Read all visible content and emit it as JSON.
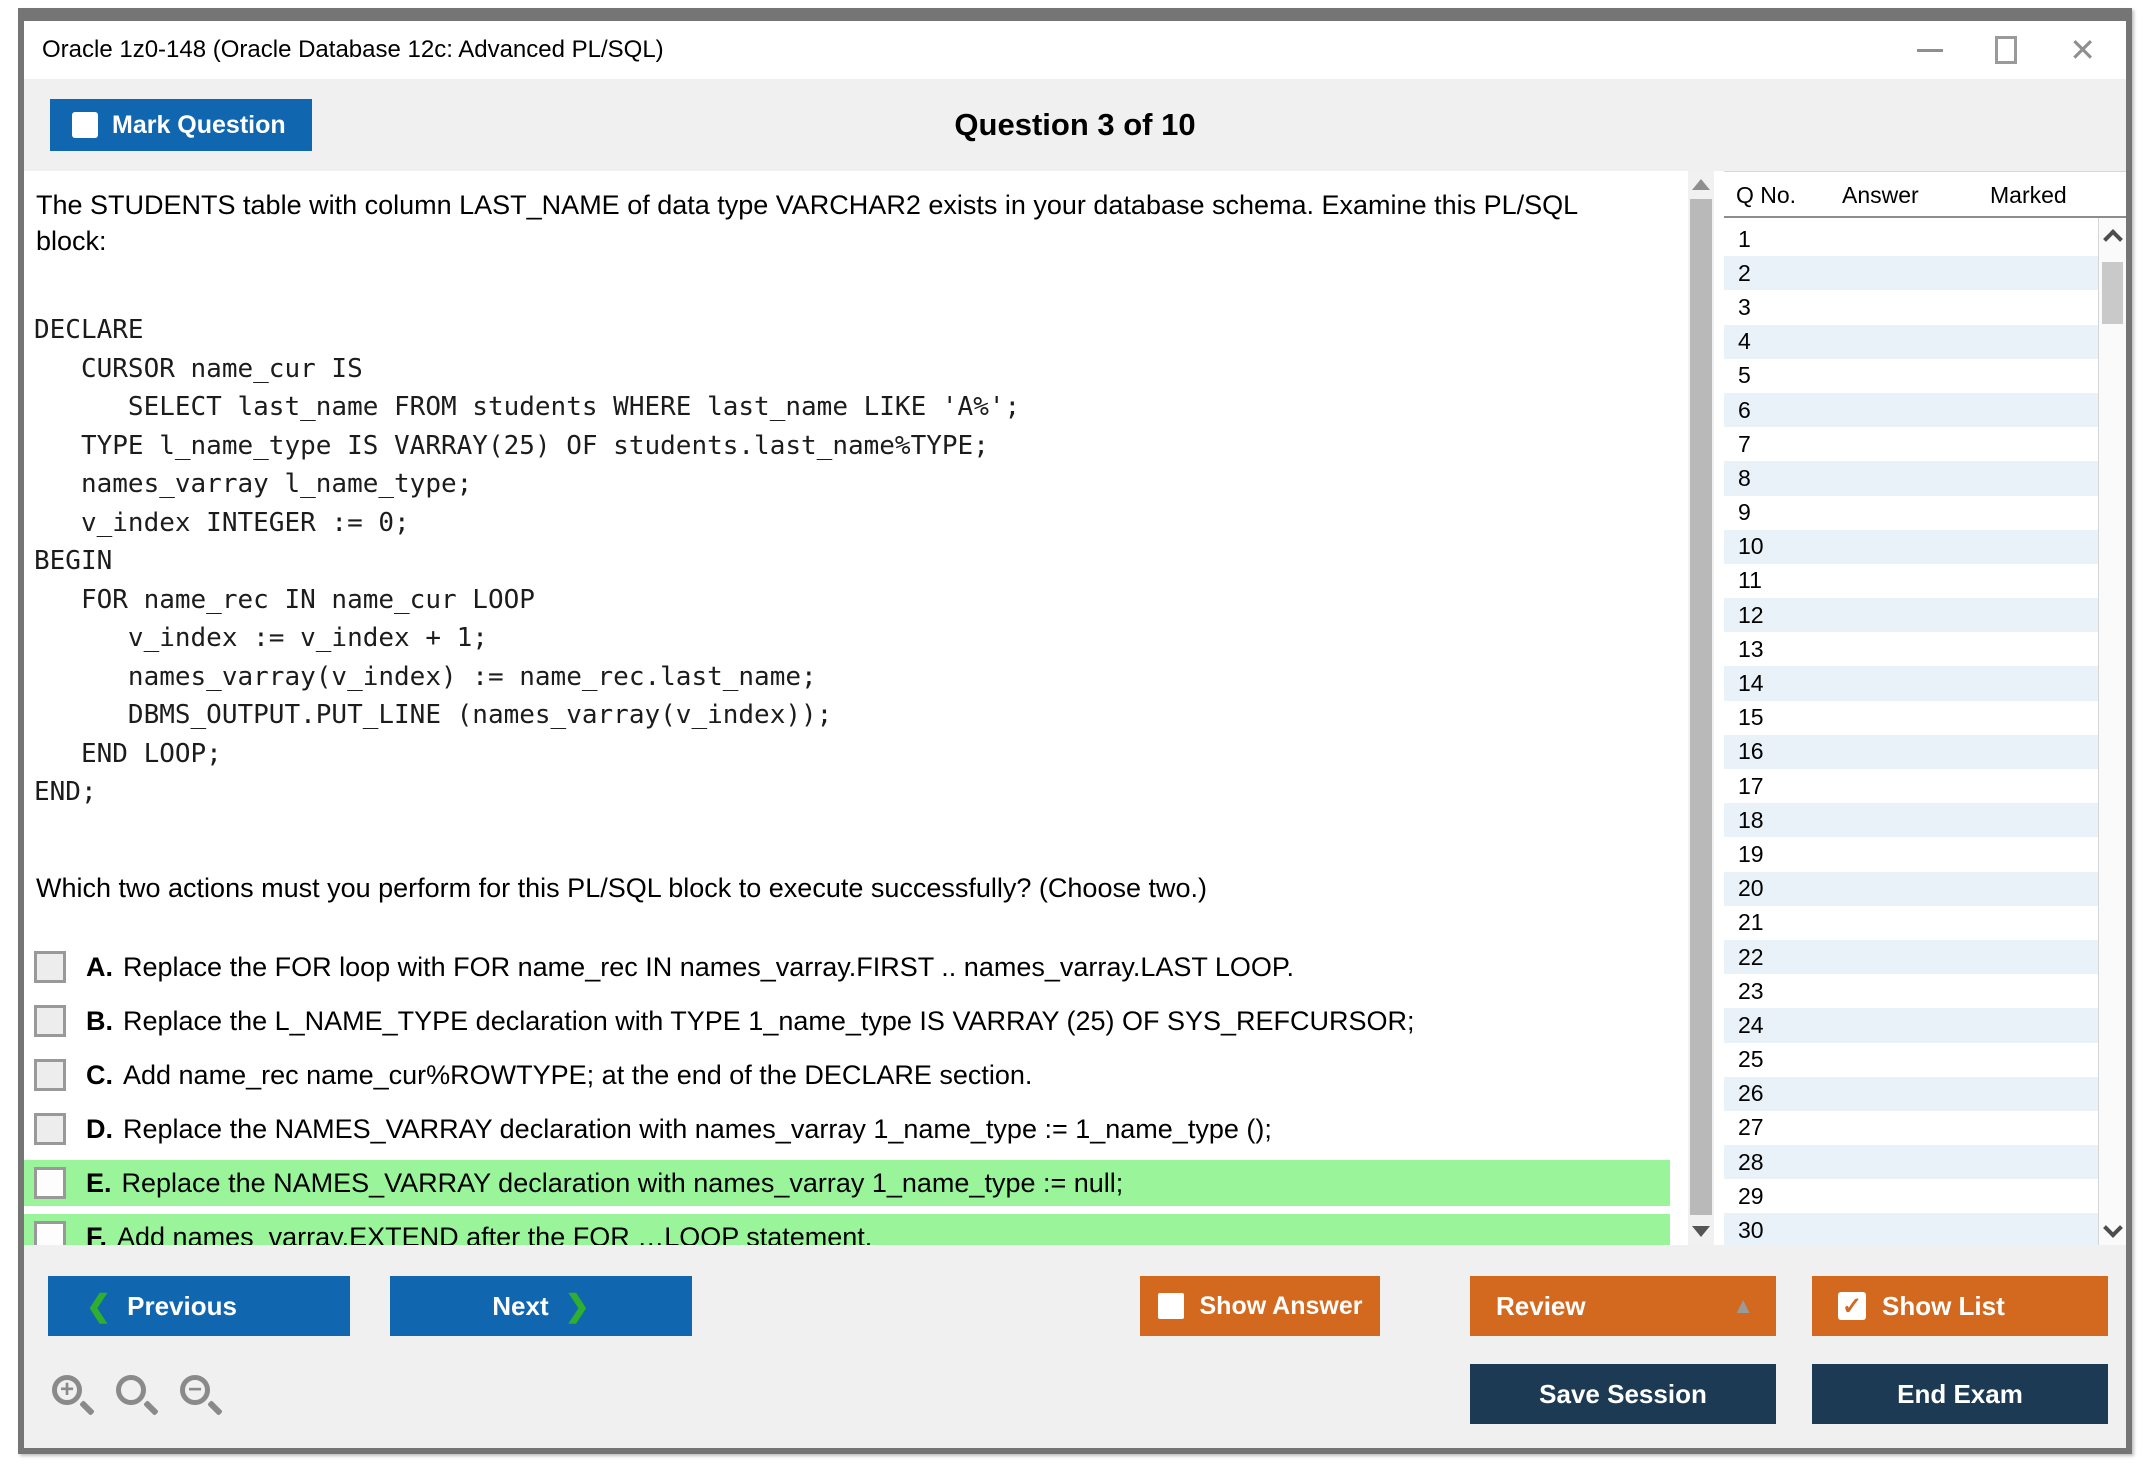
{
  "window": {
    "title": "Oracle 1z0-148 (Oracle Database 12c: Advanced PL/SQL)"
  },
  "icons": {
    "minimize": "minimize-bar",
    "maximize": "maximize-square",
    "close": "✕",
    "prev_chevron": "❮",
    "next_chevron": "❯",
    "review_caret": "▲",
    "checkmark": "✓",
    "zoom_in": "+",
    "zoom_out": "−"
  },
  "colors": {
    "accent_blue": "#1166b0",
    "accent_orange": "#d2691e",
    "navy": "#1d3a55",
    "green_highlight": "#9af49a",
    "green_chevron": "#2fae2f",
    "row_alt_blue": "#e9f1f9",
    "band_gray": "#f0f0f0"
  },
  "header": {
    "mark_question_label": "Mark Question",
    "question_counter": "Question 3 of 10"
  },
  "question": {
    "intro": "The STUDENTS table with column LAST_NAME of data type VARCHAR2 exists in your database schema. Examine this PL/SQL block:",
    "code_lines": [
      "DECLARE",
      "   CURSOR name_cur IS",
      "      SELECT last_name FROM students WHERE last_name LIKE 'A%';",
      "   TYPE l_name_type IS VARRAY(25) OF students.last_name%TYPE;",
      "   names_varray l_name_type;",
      "   v_index INTEGER := 0;",
      "BEGIN",
      "   FOR name_rec IN name_cur LOOP",
      "      v_index := v_index + 1;",
      "      names_varray(v_index) := name_rec.last_name;",
      "      DBMS_OUTPUT.PUT_LINE (names_varray(v_index));",
      "   END LOOP;",
      "END;"
    ],
    "prompt": "Which two actions must you perform for this PL/SQL block to execute successfully? (Choose two.)",
    "options": [
      {
        "letter": "A.",
        "text": "Replace the FOR loop with FOR name_rec IN names_varray.FIRST .. names_varray.LAST LOOP.",
        "highlighted": false
      },
      {
        "letter": "B.",
        "text": "Replace the L_NAME_TYPE declaration with TYPE 1_name_type IS VARRAY (25) OF SYS_REFCURSOR;",
        "highlighted": false
      },
      {
        "letter": "C.",
        "text": "Add name_rec name_cur%ROWTYPE; at the end of the DECLARE section.",
        "highlighted": false
      },
      {
        "letter": "D.",
        "text": "Replace the NAMES_VARRAY declaration with names_varray 1_name_type := 1_name_type ();",
        "highlighted": false
      },
      {
        "letter": "E.",
        "text": "Replace the NAMES_VARRAY declaration with names_varray 1_name_type := null;",
        "highlighted": true
      },
      {
        "letter": "F.",
        "text": "Add names_varray.EXTEND after the FOR …LOOP statement.",
        "highlighted": true
      }
    ]
  },
  "sidebar": {
    "headers": [
      "Q No.",
      "Answer",
      "Marked"
    ],
    "rows": [
      {
        "no": "1"
      },
      {
        "no": "2"
      },
      {
        "no": "3"
      },
      {
        "no": "4"
      },
      {
        "no": "5"
      },
      {
        "no": "6"
      },
      {
        "no": "7"
      },
      {
        "no": "8"
      },
      {
        "no": "9"
      },
      {
        "no": "10"
      },
      {
        "no": "11"
      },
      {
        "no": "12"
      },
      {
        "no": "13"
      },
      {
        "no": "14"
      },
      {
        "no": "15"
      },
      {
        "no": "16"
      },
      {
        "no": "17"
      },
      {
        "no": "18"
      },
      {
        "no": "19"
      },
      {
        "no": "20"
      },
      {
        "no": "21"
      },
      {
        "no": "22"
      },
      {
        "no": "23"
      },
      {
        "no": "24"
      },
      {
        "no": "25"
      },
      {
        "no": "26"
      },
      {
        "no": "27"
      },
      {
        "no": "28"
      },
      {
        "no": "29"
      },
      {
        "no": "30"
      }
    ]
  },
  "footer": {
    "previous_label": "Previous",
    "next_label": "Next",
    "show_answer_label": "Show Answer",
    "review_label": "Review",
    "show_list_label": "Show List",
    "save_session_label": "Save Session",
    "end_exam_label": "End Exam"
  }
}
